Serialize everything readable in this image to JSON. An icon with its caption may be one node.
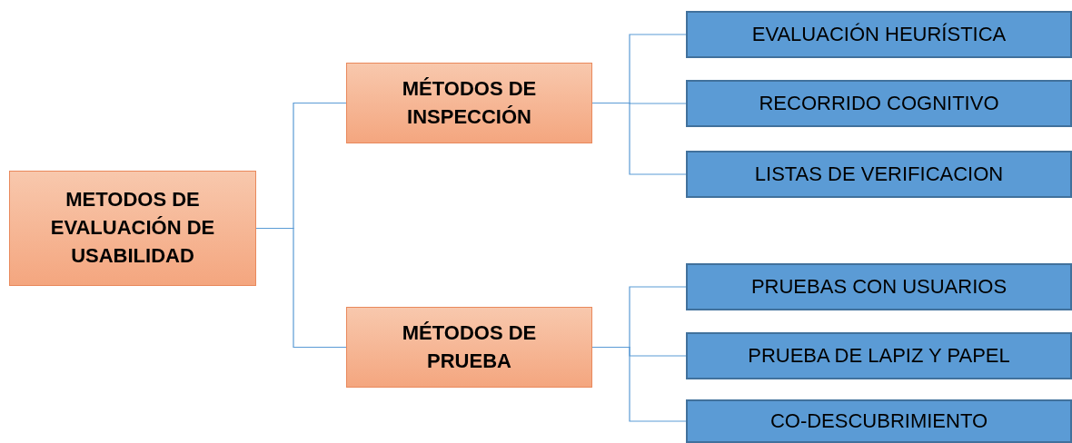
{
  "diagram": {
    "nodes": [
      {
        "text": [
          "METODOS DE EVALUACIÓN DE USABILIDAD"
        ]
      },
      {
        "text": [
          "MÉTODOS DE INSPECCIÓN"
        ]
      },
      {
        "text": [
          "MÉTODOS DE PRUEBA"
        ]
      },
      {
        "text": [
          "EVALUACIÓN HEURÍSTICA"
        ]
      },
      {
        "text": [
          "RECORRIDO COGNITIVO"
        ]
      },
      {
        "text": [
          "LISTAS DE VERIFICACION"
        ]
      },
      {
        "text": [
          "PRUEBAS CON USUARIOS"
        ]
      },
      {
        "text": [
          "PRUEBA DE LAPIZ Y PAPEL"
        ]
      },
      {
        "text": [
          "CO-DESCUBRIMIENTO"
        ]
      }
    ],
    "edges": [
      {
        "from": 0,
        "to": 1,
        "arrow": "none"
      },
      {
        "from": 0,
        "to": 2,
        "arrow": "none"
      },
      {
        "from": 1,
        "to": 3,
        "arrow": "none"
      },
      {
        "from": 1,
        "to": 4,
        "arrow": "none"
      },
      {
        "from": 1,
        "to": 5,
        "arrow": "none"
      },
      {
        "from": 2,
        "to": 6,
        "arrow": "none"
      },
      {
        "from": 2,
        "to": 7,
        "arrow": "none"
      },
      {
        "from": 2,
        "to": 8,
        "arrow": "none"
      }
    ]
  }
}
